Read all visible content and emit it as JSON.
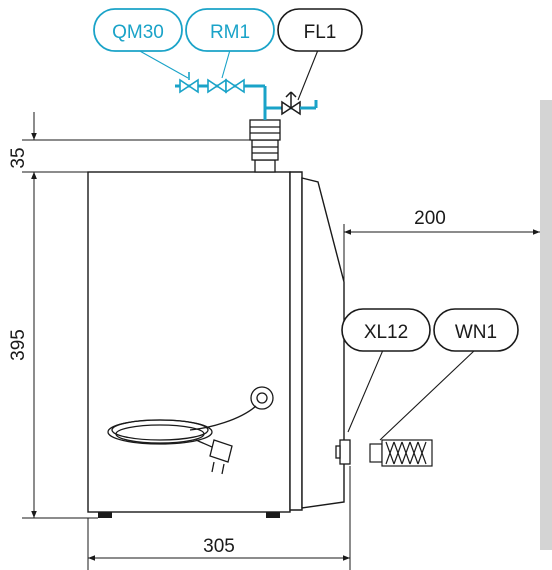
{
  "callouts": {
    "qm30": "QM30",
    "rm1": "RM1",
    "fl1": "FL1",
    "xl12": "XL12",
    "wn1": "WN1"
  },
  "dimensions": {
    "top_connection": "35",
    "height": "395",
    "depth": "305",
    "clearance": "200"
  },
  "colors": {
    "pipe": "#1aa3c8",
    "wall": "#d4d4d4",
    "line": "#1a1a1a"
  }
}
